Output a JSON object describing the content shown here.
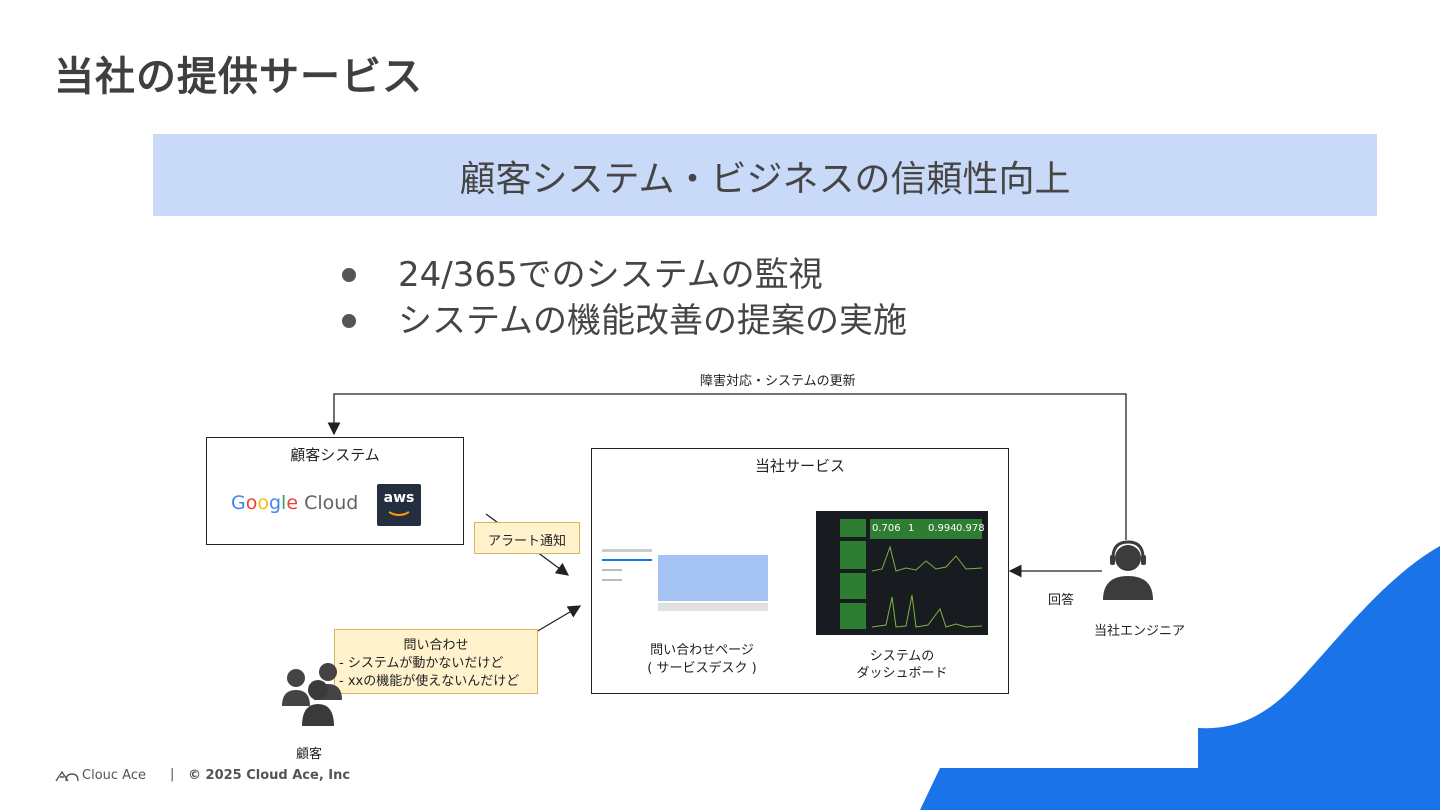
{
  "slide": {
    "title": "当社の提供サービス",
    "banner": "顧客システム・ビジネスの信頼性向上",
    "bullets": [
      "24/365でのシステムの監視",
      "システムの機能改善の提案の実施"
    ]
  },
  "diagram": {
    "top_arrow_label": "障害対応・システムの更新",
    "customer_system": {
      "title": "顧客システム",
      "google_cloud": "Google Cloud",
      "aws": "aws"
    },
    "alert_note": "アラート通知",
    "inquiry_note": {
      "line1": "問い合わせ",
      "line2": "- システムが動かないだけど",
      "line3": "- xxの機能が使えないんだけど"
    },
    "service": {
      "title": "当社サービス",
      "inquiry_page": {
        "line1": "問い合わせページ",
        "line2": "( サービスデスク )"
      },
      "dashboard": {
        "line1": "システムの",
        "line2": "ダッシュボード",
        "stats": [
          "0.706",
          "1",
          "0.994",
          "0.978"
        ]
      }
    },
    "answer_label": "回答",
    "engineer_label": "当社エンジニア",
    "customer_label": "顧客"
  },
  "footer": {
    "logo": "Clouc Ace",
    "separator": "|",
    "copyright": "© 2025 Cloud Ace, Inc"
  },
  "colors": {
    "banner": "#c9daf8",
    "accent_blue": "#1a73e8",
    "note_fill": "#fff2cc",
    "dashboard_green": "#2e7d32"
  }
}
